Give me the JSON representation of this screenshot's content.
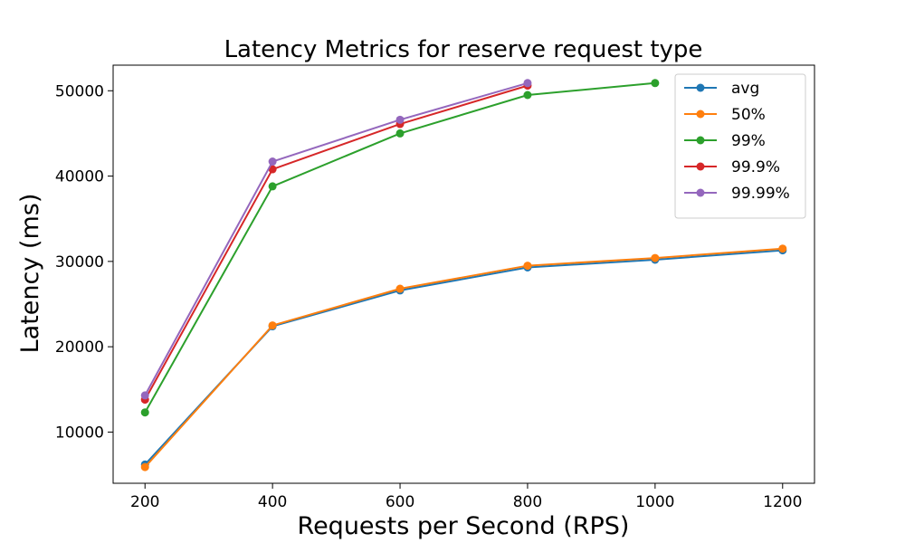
{
  "chart_data": {
    "type": "line",
    "title": "Latency Metrics for reserve request type",
    "xlabel": "Requests per Second (RPS)",
    "ylabel": "Latency (ms)",
    "x": [
      200,
      400,
      600,
      800,
      1000,
      1200
    ],
    "xlim": [
      150,
      1250
    ],
    "ylim": [
      4000,
      53000
    ],
    "xticks": [
      200,
      400,
      600,
      800,
      1000,
      1200
    ],
    "yticks": [
      10000,
      20000,
      30000,
      40000,
      50000
    ],
    "legend_position": "top-right",
    "grid": false,
    "series": [
      {
        "name": "avg",
        "color": "#1f77b4",
        "x": [
          200,
          400,
          600,
          800,
          1000,
          1200
        ],
        "values": [
          6200,
          22400,
          26600,
          29300,
          30200,
          31300
        ]
      },
      {
        "name": "50%",
        "color": "#ff7f0e",
        "x": [
          200,
          400,
          600,
          800,
          1000,
          1200
        ],
        "values": [
          5900,
          22500,
          26800,
          29500,
          30400,
          31500
        ]
      },
      {
        "name": "99%",
        "color": "#2ca02c",
        "x": [
          200,
          400,
          600,
          800,
          1000
        ],
        "values": [
          12300,
          38800,
          45000,
          49500,
          50900
        ]
      },
      {
        "name": "99.9%",
        "color": "#d62728",
        "x": [
          200,
          400,
          600,
          800
        ],
        "values": [
          13800,
          40800,
          46100,
          50600
        ]
      },
      {
        "name": "99.99%",
        "color": "#9467bd",
        "x": [
          200,
          400,
          600,
          800
        ],
        "values": [
          14300,
          41700,
          46600,
          50900
        ]
      }
    ]
  }
}
